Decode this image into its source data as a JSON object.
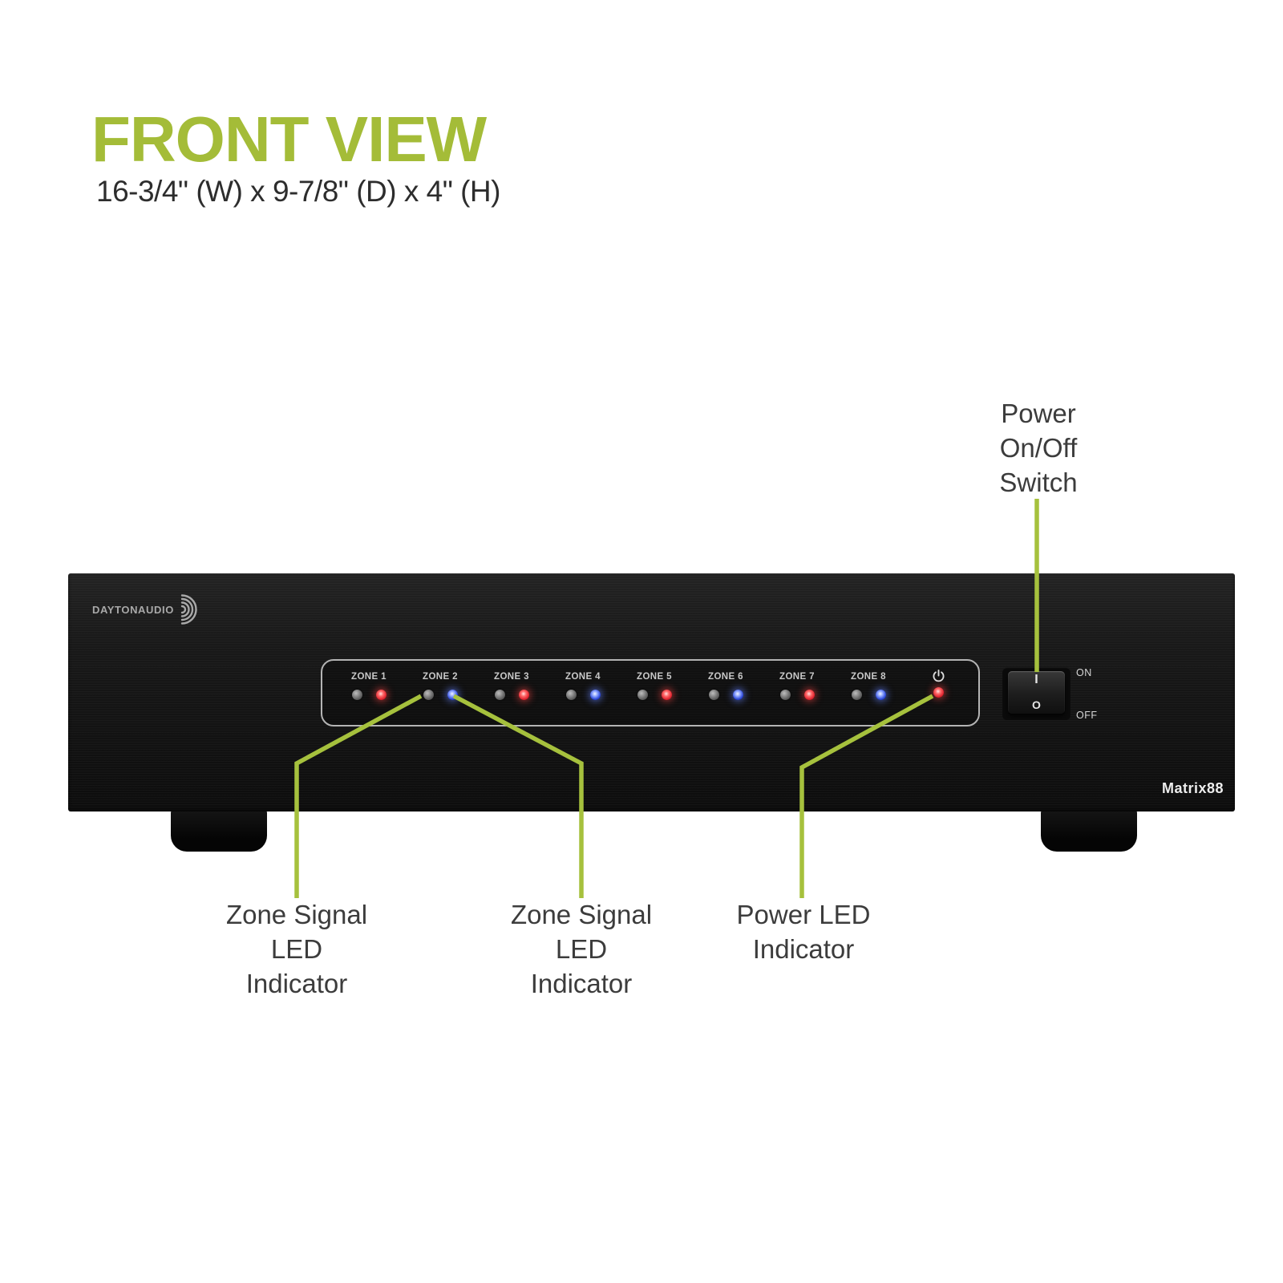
{
  "title": "FRONT VIEW",
  "dimensions": "16-3/4\" (W) x 9-7/8\" (D) x 4\" (H)",
  "colors": {
    "accent_green": "#a4bc38",
    "callout_line_green": "#a6c13d",
    "led_red": "#e0232f",
    "led_blue": "#2b46d8",
    "led_off_gray": "#7a7a7a",
    "panel_black": "#151515"
  },
  "callouts": {
    "power_switch": {
      "line1": "Power",
      "line2": "On/Off",
      "line3": "Switch"
    },
    "zone_signal_left": {
      "line1": "Zone Signal",
      "line2": "LED",
      "line3": "Indicator"
    },
    "zone_signal_right": {
      "line1": "Zone Signal",
      "line2": "LED",
      "line3": "Indicator"
    },
    "power_led": {
      "line1": "Power LED",
      "line2": "Indicator"
    }
  },
  "device": {
    "brand": "DAYTONAUDIO",
    "model": "Matrix88",
    "zones": [
      {
        "label": "ZONE 1",
        "signal_led": "off",
        "status_led": "red"
      },
      {
        "label": "ZONE 2",
        "signal_led": "off",
        "status_led": "blue"
      },
      {
        "label": "ZONE 3",
        "signal_led": "off",
        "status_led": "red"
      },
      {
        "label": "ZONE 4",
        "signal_led": "off",
        "status_led": "blue"
      },
      {
        "label": "ZONE 5",
        "signal_led": "off",
        "status_led": "red"
      },
      {
        "label": "ZONE 6",
        "signal_led": "off",
        "status_led": "blue"
      },
      {
        "label": "ZONE 7",
        "signal_led": "off",
        "status_led": "red"
      },
      {
        "label": "ZONE 8",
        "signal_led": "off",
        "status_led": "blue"
      }
    ],
    "power_led": "red",
    "switch": {
      "on_label": "ON",
      "off_label": "OFF",
      "rocker_top": "I",
      "rocker_bottom": "O"
    }
  }
}
